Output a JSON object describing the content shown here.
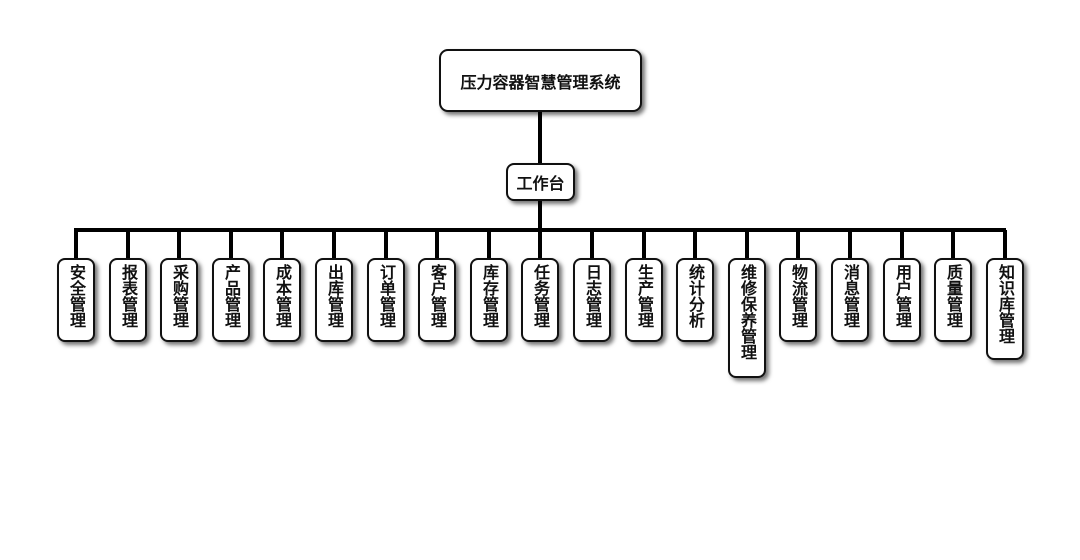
{
  "diagram": {
    "root": {
      "label": "压力容器智慧管理系统"
    },
    "hub": {
      "label": "工作台"
    },
    "modules": [
      {
        "id": "safety",
        "label": "安全管理"
      },
      {
        "id": "report",
        "label": "报表管理"
      },
      {
        "id": "purchase",
        "label": "采购管理"
      },
      {
        "id": "product",
        "label": "产品管理"
      },
      {
        "id": "cost",
        "label": "成本管理"
      },
      {
        "id": "outbound",
        "label": "出库管理"
      },
      {
        "id": "order",
        "label": "订单管理"
      },
      {
        "id": "customer",
        "label": "客户管理"
      },
      {
        "id": "inventory",
        "label": "库存管理"
      },
      {
        "id": "task",
        "label": "任务管理"
      },
      {
        "id": "log",
        "label": "日志管理"
      },
      {
        "id": "production",
        "label": "生产管理"
      },
      {
        "id": "statistics",
        "label": "统计分析"
      },
      {
        "id": "maintenance",
        "label": "维修保养管理"
      },
      {
        "id": "logistics",
        "label": "物流管理"
      },
      {
        "id": "message",
        "label": "消息管理"
      },
      {
        "id": "user",
        "label": "用户管理"
      },
      {
        "id": "quality",
        "label": "质量管理"
      },
      {
        "id": "knowledge",
        "label": "知识库管理"
      }
    ]
  }
}
